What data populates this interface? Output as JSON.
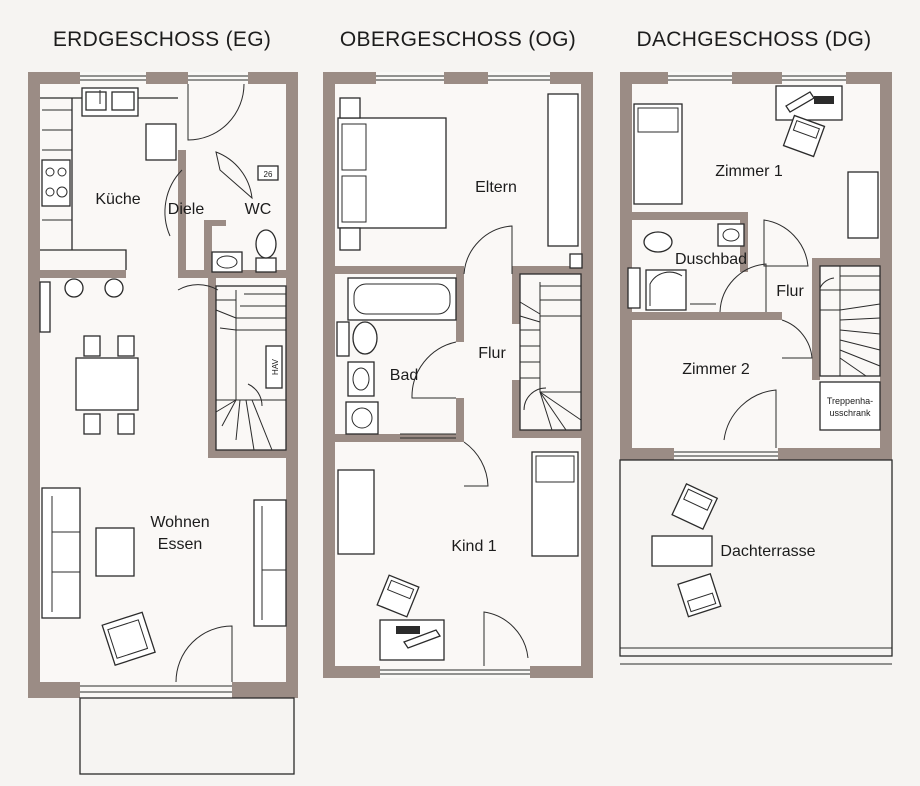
{
  "floors": {
    "eg": {
      "title": "ERDGESCHOSS (EG)",
      "rooms": {
        "kueche": "Küche",
        "diele": "Diele",
        "wc": "WC",
        "wohnen_line1": "Wohnen",
        "wohnen_line2": "Essen"
      },
      "labels": {
        "meter": "26",
        "hav": "HAV"
      }
    },
    "og": {
      "title": "OBERGESCHOSS (OG)",
      "rooms": {
        "eltern": "Eltern",
        "bad": "Bad",
        "flur": "Flur",
        "kind1": "Kind 1"
      }
    },
    "dg": {
      "title": "DACHGESCHOSS (DG)",
      "rooms": {
        "zimmer1": "Zimmer 1",
        "duschbad": "Duschbad",
        "flur": "Flur",
        "zimmer2": "Zimmer 2",
        "dachterrasse": "Dachterrasse"
      },
      "labels": {
        "schrank_line1": "Treppenha-",
        "schrank_line2": "usschrank"
      }
    }
  },
  "colors": {
    "wall": "#9b8c85",
    "background": "#f6f4f2",
    "line": "#2b2b2b"
  }
}
